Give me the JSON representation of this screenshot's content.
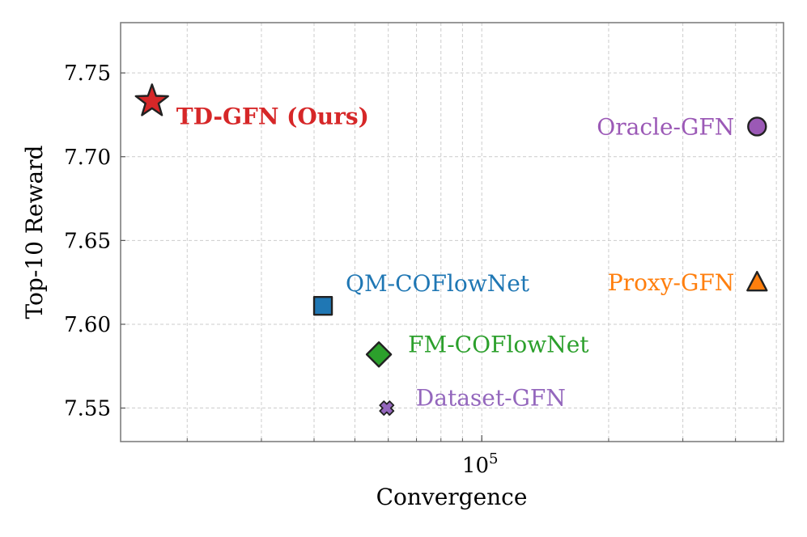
{
  "chart_data": {
    "type": "scatter",
    "title": "",
    "xlabel": "Convergence",
    "ylabel": "Top-10 Reward",
    "xscale": "log",
    "xlim": [
      13900,
      520000
    ],
    "ylim": [
      7.53,
      7.78
    ],
    "grid": true,
    "x_major_ticks": [
      {
        "value": 100000,
        "base": "10",
        "exp": "5"
      }
    ],
    "yticks": [
      7.55,
      7.6,
      7.65,
      7.7,
      7.75
    ],
    "ytick_labels": [
      "7.55",
      "7.60",
      "7.65",
      "7.70",
      "7.75"
    ],
    "points": [
      {
        "label": "TD-GFN (Ours)",
        "x": 16500,
        "y": 7.733,
        "marker": "star",
        "color": "#d62728",
        "bold": true,
        "label_side": "right"
      },
      {
        "label": "Oracle-GFN",
        "x": 450000,
        "y": 7.718,
        "marker": "circle",
        "color": "#9b59b6",
        "bold": false,
        "label_side": "left"
      },
      {
        "label": "Proxy-GFN",
        "x": 450000,
        "y": 7.625,
        "marker": "triangle",
        "color": "#ff7f0e",
        "bold": false,
        "label_side": "left"
      },
      {
        "label": "QM-COFlowNet",
        "x": 42000,
        "y": 7.611,
        "marker": "square",
        "color": "#1f77b4",
        "bold": false,
        "label_side": "upper-right"
      },
      {
        "label": "FM-COFlowNet",
        "x": 57000,
        "y": 7.582,
        "marker": "diamond",
        "color": "#2ca02c",
        "bold": false,
        "label_side": "right"
      },
      {
        "label": "Dataset-GFN",
        "x": 59500,
        "y": 7.55,
        "marker": "x",
        "color": "#9467bd",
        "bold": false,
        "label_side": "right"
      }
    ]
  }
}
